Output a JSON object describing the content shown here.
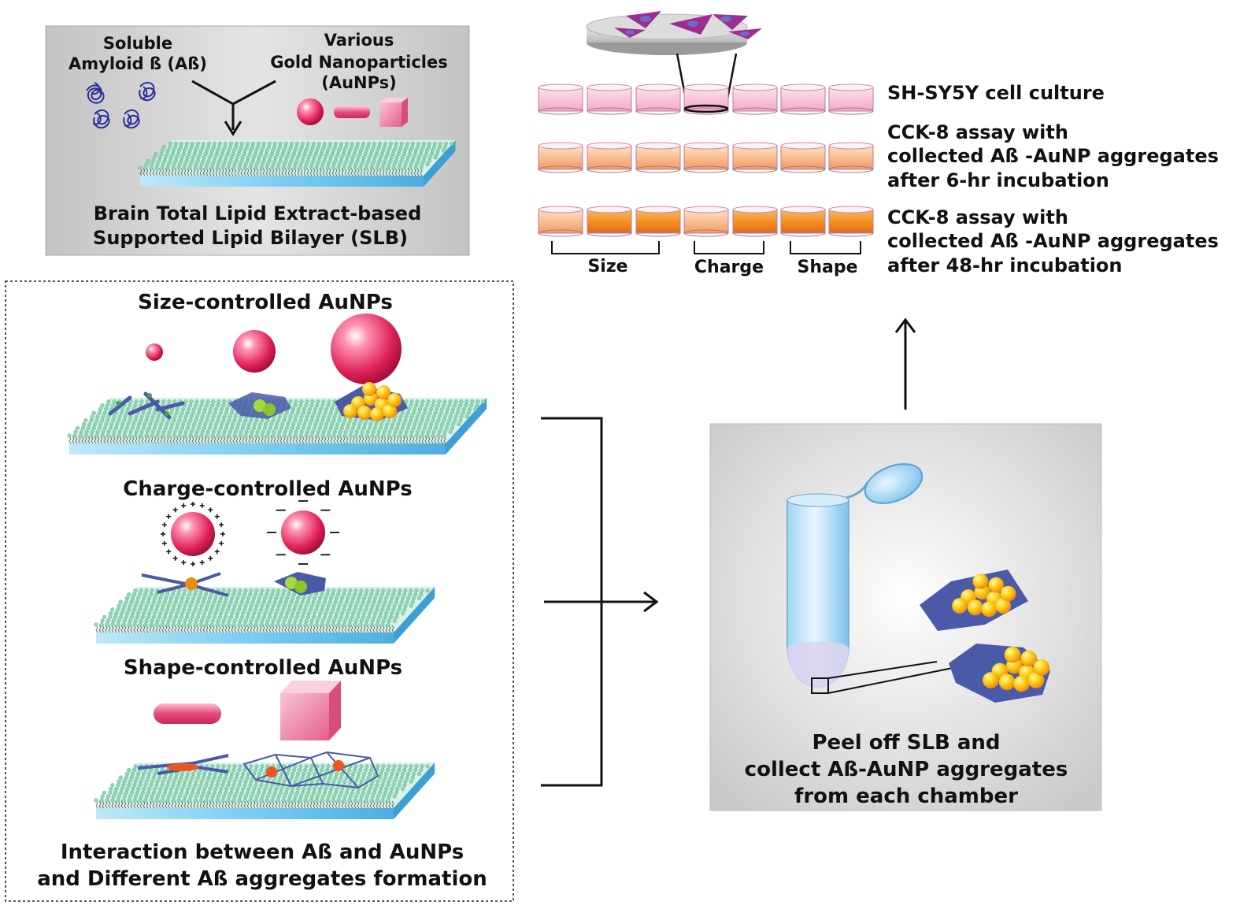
{
  "top_left_panel": {
    "label_soluble_line1": "Soluble",
    "label_soluble_line2": "Amyloid ß (Aß)",
    "label_various_line1": "Various",
    "label_various_line2": "Gold Nanoparticles",
    "label_various_line3": "(AuNPs)",
    "caption_line1": "Brain Total Lipid Extract-based",
    "caption_line2": "Supported Lipid Bilayer (SLB)"
  },
  "left_panel": {
    "size_heading": "Size-controlled AuNPs",
    "charge_heading": "Charge-controlled AuNPs",
    "shape_heading": "Shape-controlled AuNPs",
    "caption_line1": "Interaction between  Aß and AuNPs",
    "caption_line2": "and Different Aß aggregates formation"
  },
  "right_top": {
    "row1_label": "SH-SY5Y cell culture",
    "row2_label_line1": "CCK-8 assay with",
    "row2_label_line2": "collected Aß -AuNP aggregates",
    "row2_label_line3": "after 6-hr incubation",
    "row3_label_line1": "CCK-8 assay with",
    "row3_label_line2": "collected Aß -AuNP aggregates",
    "row3_label_line3": "after 48-hr incubation",
    "group_size": "Size",
    "group_charge": "Charge",
    "group_shape": "Shape"
  },
  "right_bottom_panel": {
    "caption_line1": "Peel off SLB and",
    "caption_line2": "collect Aß-AuNP aggregates",
    "caption_line3": "from each chamber"
  },
  "colors": {
    "panel_gray": "#c6c6c6",
    "aunp_pink": "#e0245a",
    "slb_blue": "#6cc3ee",
    "lipid_green": "#8fd6b6",
    "abeta_navy": "#4a5aa8",
    "aggregate_yellow": "#f7c512",
    "dish_pink": "#f4b7cf",
    "dish_orange": "#f3a568"
  }
}
